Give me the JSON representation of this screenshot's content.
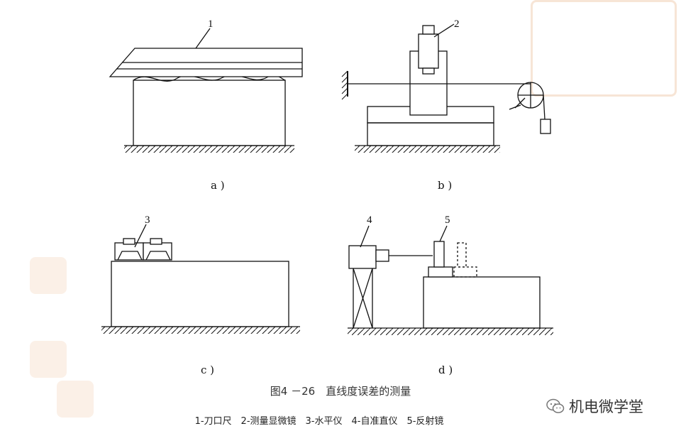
{
  "panels": {
    "a": "a )",
    "b": "b )",
    "c": "c )",
    "d": "d )"
  },
  "callouts": {
    "n1": "1",
    "n2": "2",
    "n3": "3",
    "n4": "4",
    "n5": "5"
  },
  "caption": "图4 －26　直线度误差的测量",
  "legend": "1-刀口尺　2-测量显微镜　3-水平仪　4-自准直仪　5-反射镜",
  "watermark": {
    "name": "机电微学堂",
    "icon": "wechat-icon",
    "seal_color": "#e8b48a"
  }
}
